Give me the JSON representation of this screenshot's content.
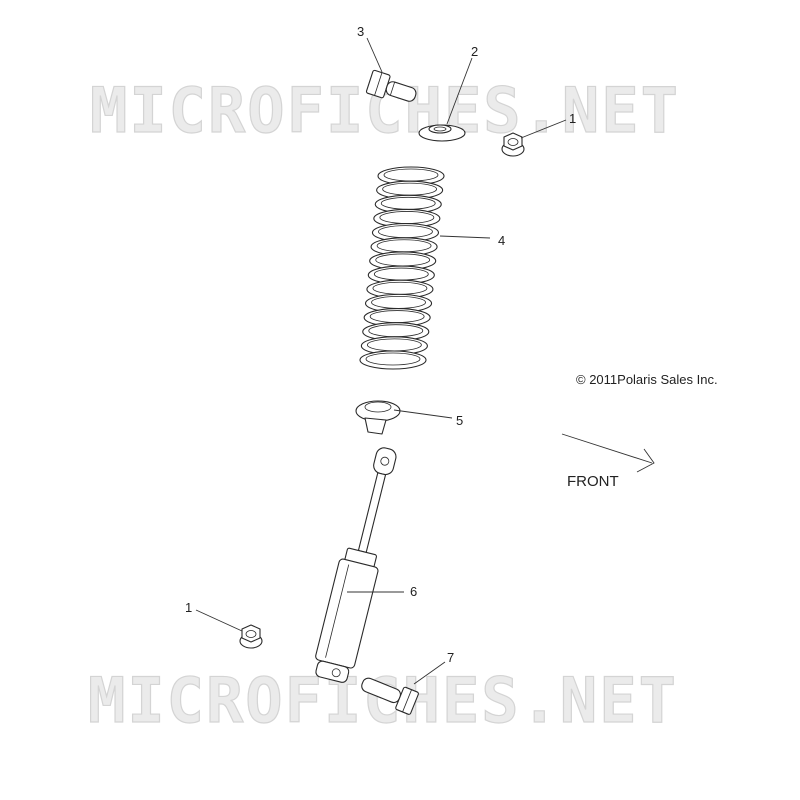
{
  "watermark": "MICROFICHES.NET",
  "copyright": "© 2011Polaris Sales Inc.",
  "direction_label": "FRONT",
  "callouts": [
    {
      "id": "c1a",
      "label": "1",
      "part": "flange-nut"
    },
    {
      "id": "c2",
      "label": "2",
      "part": "spring-retainer"
    },
    {
      "id": "c3",
      "label": "3",
      "part": "bolt"
    },
    {
      "id": "c4",
      "label": "4",
      "part": "coil-spring"
    },
    {
      "id": "c5",
      "label": "5",
      "part": "spring-seat"
    },
    {
      "id": "c6",
      "label": "6",
      "part": "shock-absorber"
    },
    {
      "id": "c1b",
      "label": "1",
      "part": "flange-nut"
    },
    {
      "id": "c7",
      "label": "7",
      "part": "bolt"
    }
  ]
}
